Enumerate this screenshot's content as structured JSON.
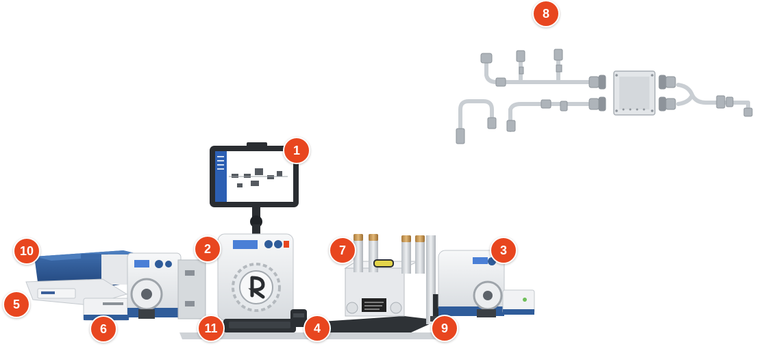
{
  "callouts": [
    {
      "number": "1",
      "target": "tablet-controller"
    },
    {
      "number": "2",
      "target": "central-pump-unit"
    },
    {
      "number": "3",
      "target": "right-pump-unit"
    },
    {
      "number": "4",
      "target": "small-sensor"
    },
    {
      "number": "5",
      "target": "balance-scale"
    },
    {
      "number": "6",
      "target": "left-small-module"
    },
    {
      "number": "7",
      "target": "filter-holder-assembly"
    },
    {
      "number": "8",
      "target": "tubing-manifold"
    },
    {
      "number": "9",
      "target": "right-rail-bracket"
    },
    {
      "number": "10",
      "target": "blue-lid-device"
    },
    {
      "number": "11",
      "target": "base-tray"
    }
  ],
  "brand": {
    "accent": "#e8461f",
    "equipment_blue": "#2f5c9a",
    "screen_blue": "#2c5fb3",
    "lcd": "#4a7fd6",
    "device_white": "#eef0f2"
  }
}
